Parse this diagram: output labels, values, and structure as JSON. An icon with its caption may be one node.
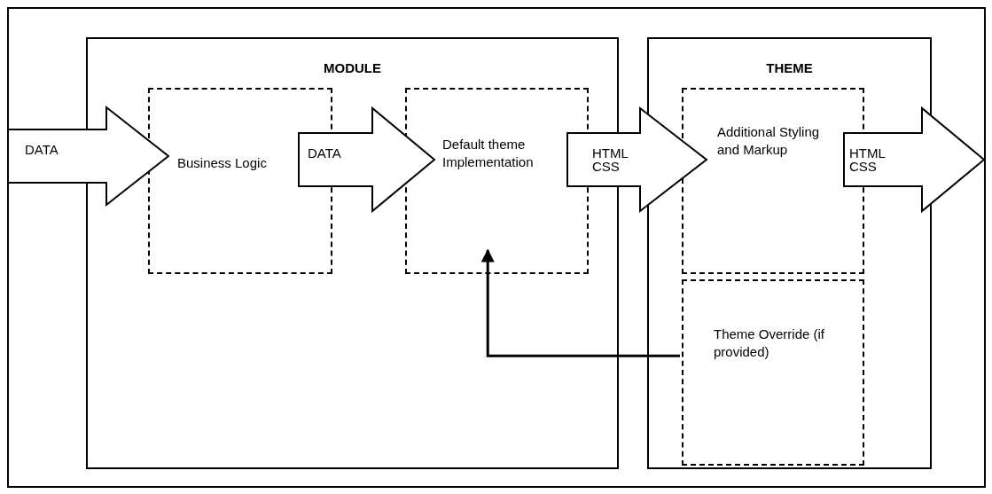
{
  "diagram": {
    "nodes": [
      {
        "text": [
          "MODULE"
        ]
      },
      {
        "text": [
          "Business Logic"
        ],
        "in": 0
      },
      {
        "text": [
          "Default theme Implementation"
        ],
        "in": 0
      },
      {
        "text": [
          "THEME"
        ]
      },
      {
        "text": [
          "Additional Styling and Markup"
        ],
        "in": 3
      },
      {
        "text": [
          "Theme Override (if provided)"
        ],
        "in": 3
      }
    ],
    "edges": [
      {
        "from": null,
        "to": 1,
        "arrow": "to",
        "label": "DATA",
        "style": "thick"
      },
      {
        "from": 1,
        "to": 2,
        "arrow": "to",
        "label": "DATA",
        "style": "thick"
      },
      {
        "from": 2,
        "to": 4,
        "arrow": "to",
        "label": "HTML CSS",
        "style": "thick"
      },
      {
        "from": 4,
        "to": null,
        "arrow": "to",
        "label": "HTML CSS",
        "style": "thick"
      },
      {
        "from": 5,
        "to": 2,
        "arrow": "to"
      }
    ]
  }
}
